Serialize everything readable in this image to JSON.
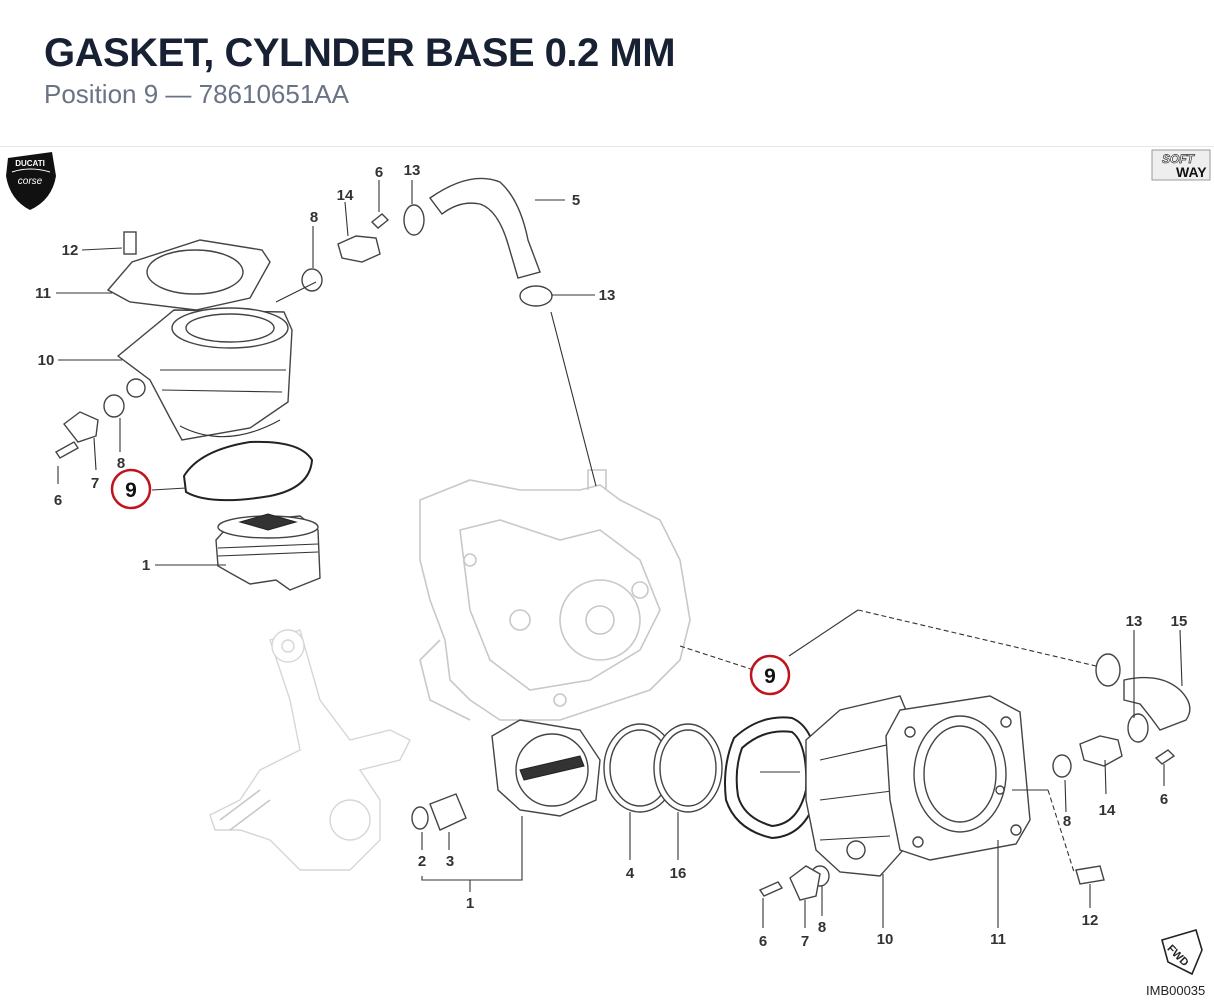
{
  "header": {
    "title": "GASKET, CYLNDER BASE 0.2 MM",
    "subtitle": "Position 9 — 78610651AA"
  },
  "diagram": {
    "highlight_label": "9",
    "highlight_color": "#c0141d",
    "logo_brand": "DUCATI",
    "logo_sub": "corse",
    "brand_badge_line1": "SOFT",
    "brand_badge_line2": "WAY",
    "fwd_label": "FWD",
    "drawing_code": "IMB00035",
    "callouts": {
      "c1": "6",
      "c2": "13",
      "c3": "5",
      "c4": "14",
      "c5": "8",
      "c6": "12",
      "c7": "11",
      "c8": "13",
      "c9": "10",
      "c10": "8",
      "c11": "6",
      "c12": "7",
      "c13": "9",
      "c14": "1",
      "c15": "13",
      "c16": "15",
      "c17": "9",
      "c18": "8",
      "c19": "14",
      "c20": "6",
      "c21": "2",
      "c22": "3",
      "c23": "1",
      "c24": "4",
      "c25": "16",
      "c26": "6",
      "c27": "7",
      "c28": "8",
      "c29": "10",
      "c30": "11",
      "c31": "12"
    }
  }
}
